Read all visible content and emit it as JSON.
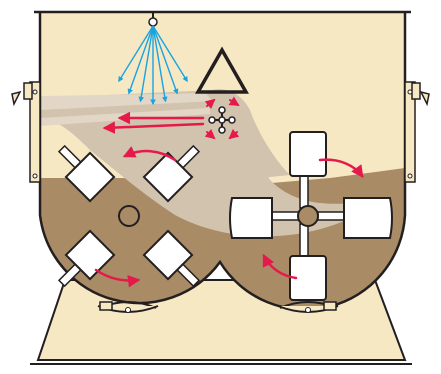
{
  "diagram": {
    "type": "mixer-cross-section",
    "paddle_shafts": 2,
    "paddles_per_shaft": 4,
    "spray_nozzle_count": 1,
    "spray_jet_count": 7,
    "flow_arrows": 10,
    "colors": {
      "housing": "#F7E8C4",
      "outline": "#231F20",
      "material": "#A98B66",
      "fluidized": "#D1C3AE",
      "paddle": "#FFFFFF",
      "arrow": "#E6194B",
      "spray": "#1BA3E0"
    }
  }
}
